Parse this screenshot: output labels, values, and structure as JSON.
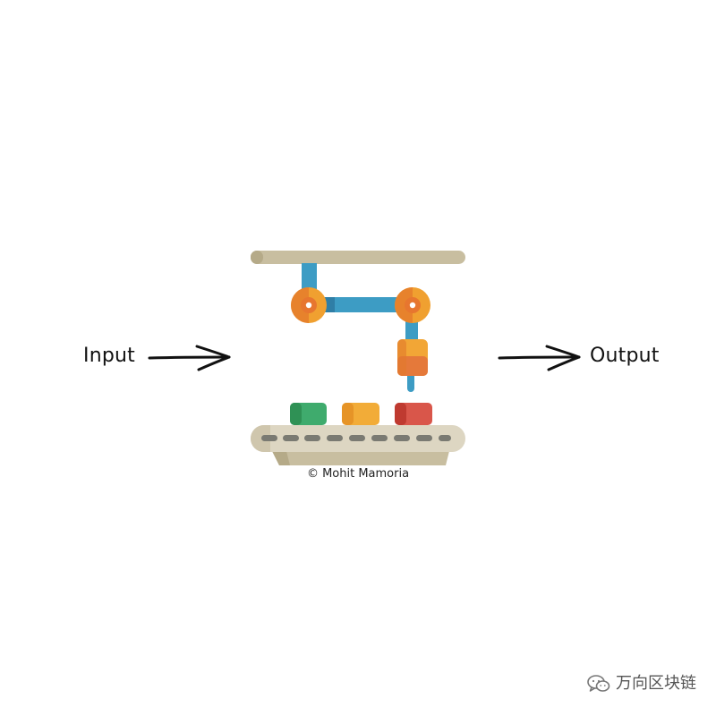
{
  "diagram": {
    "input_label": "Input",
    "output_label": "Output",
    "credit": "© Mohit Mamoria",
    "illustration": "robotic-arm-conveyor",
    "colors": {
      "rail": "#c8bea0",
      "arm": "#3d9cc4",
      "joint": "#f0a030",
      "joint_inner": "#e7762f",
      "gripper_top": "#f2a636",
      "gripper_bottom": "#e5793a",
      "box_green": "#3fab6d",
      "box_orange": "#f2ac38",
      "box_red": "#d9564a",
      "belt": "#ddd6c2",
      "belt_slots": "#7a7a72",
      "belt_base": "#c8bea0"
    }
  },
  "watermark": {
    "icon": "wechat-icon",
    "text": "万向区块链"
  }
}
